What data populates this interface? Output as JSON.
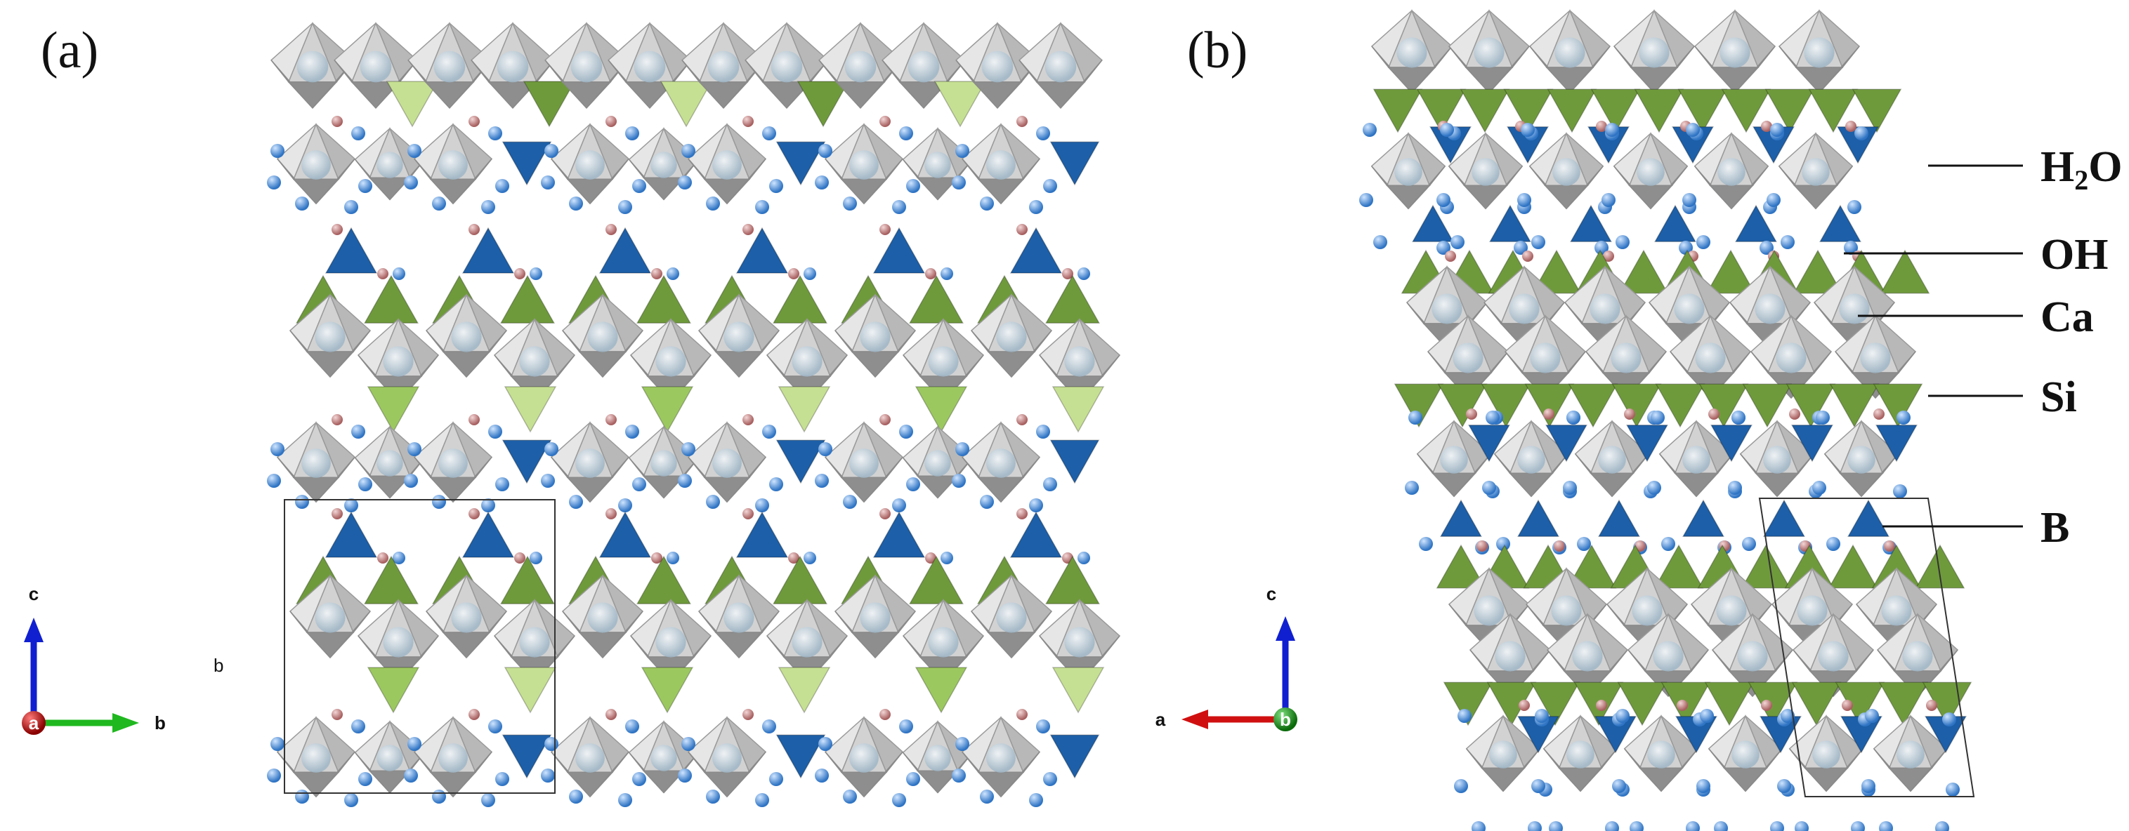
{
  "panels": [
    {
      "label": "(a)",
      "axis_vertical": "c",
      "axis_horizontal": "b",
      "axis_origin": "a",
      "cell_label": "b"
    },
    {
      "label": "(b)",
      "axis_vertical": "c",
      "axis_horizontal": "a",
      "axis_origin": "b"
    }
  ],
  "legend": {
    "h2o": {
      "main": "H",
      "sub": "2",
      "tail": "O"
    },
    "oh": "OH",
    "ca": "Ca",
    "si": "Si",
    "b": "B"
  },
  "colors": {
    "ca_polyhedron": "#c9c9c9",
    "ca_atom": "#b9ccd8",
    "si_tetrahedron": "#6f9a3c",
    "si_tetrahedron_light": "#c6e093",
    "b_tetrahedron": "#1d5fa8",
    "o_atom": "#4a90d9",
    "h_atom": "#c98a8a",
    "axis_c": "#1020d0",
    "axis_b_green": "#1fb81f",
    "axis_a_red": "#d01010"
  }
}
